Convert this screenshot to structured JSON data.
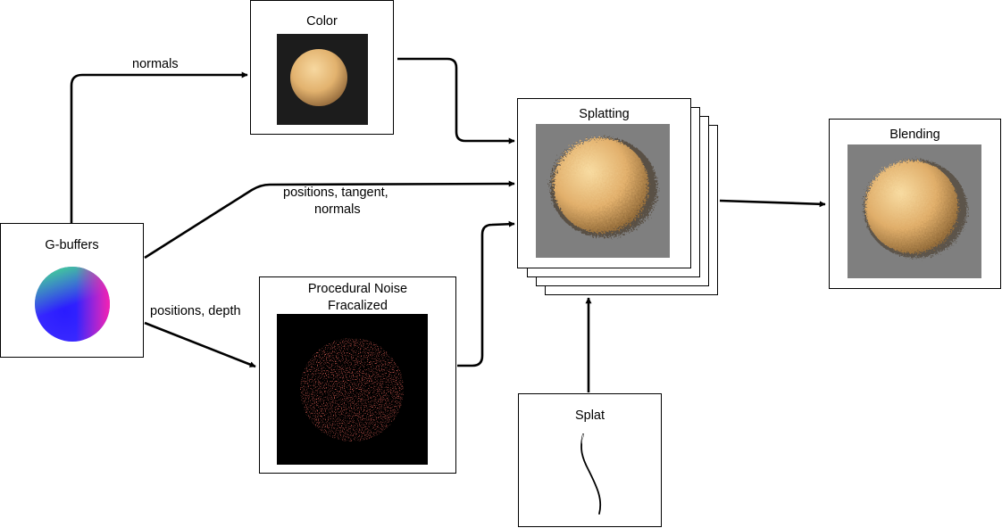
{
  "nodes": {
    "gbuffers": {
      "title": "G-buffers"
    },
    "color": {
      "title": "Color"
    },
    "noise": {
      "title_line1": "Procedural Noise",
      "title_line2": "Fracalized"
    },
    "splatting": {
      "title": "Splatting"
    },
    "blending": {
      "title": "Blending"
    },
    "splat": {
      "title": "Splat"
    }
  },
  "edges": {
    "normals": "normals",
    "positions_tangent_line1": "positions, tangent,",
    "positions_tangent_line2": "normals",
    "positions_depth": "positions, depth"
  },
  "colors": {
    "stroke": "#000000",
    "fur": "#e8b977",
    "thumb_gray": "#7f7f7f",
    "thumb_dark": "#1c1c1c",
    "noise_dots": "#8a1a12"
  }
}
